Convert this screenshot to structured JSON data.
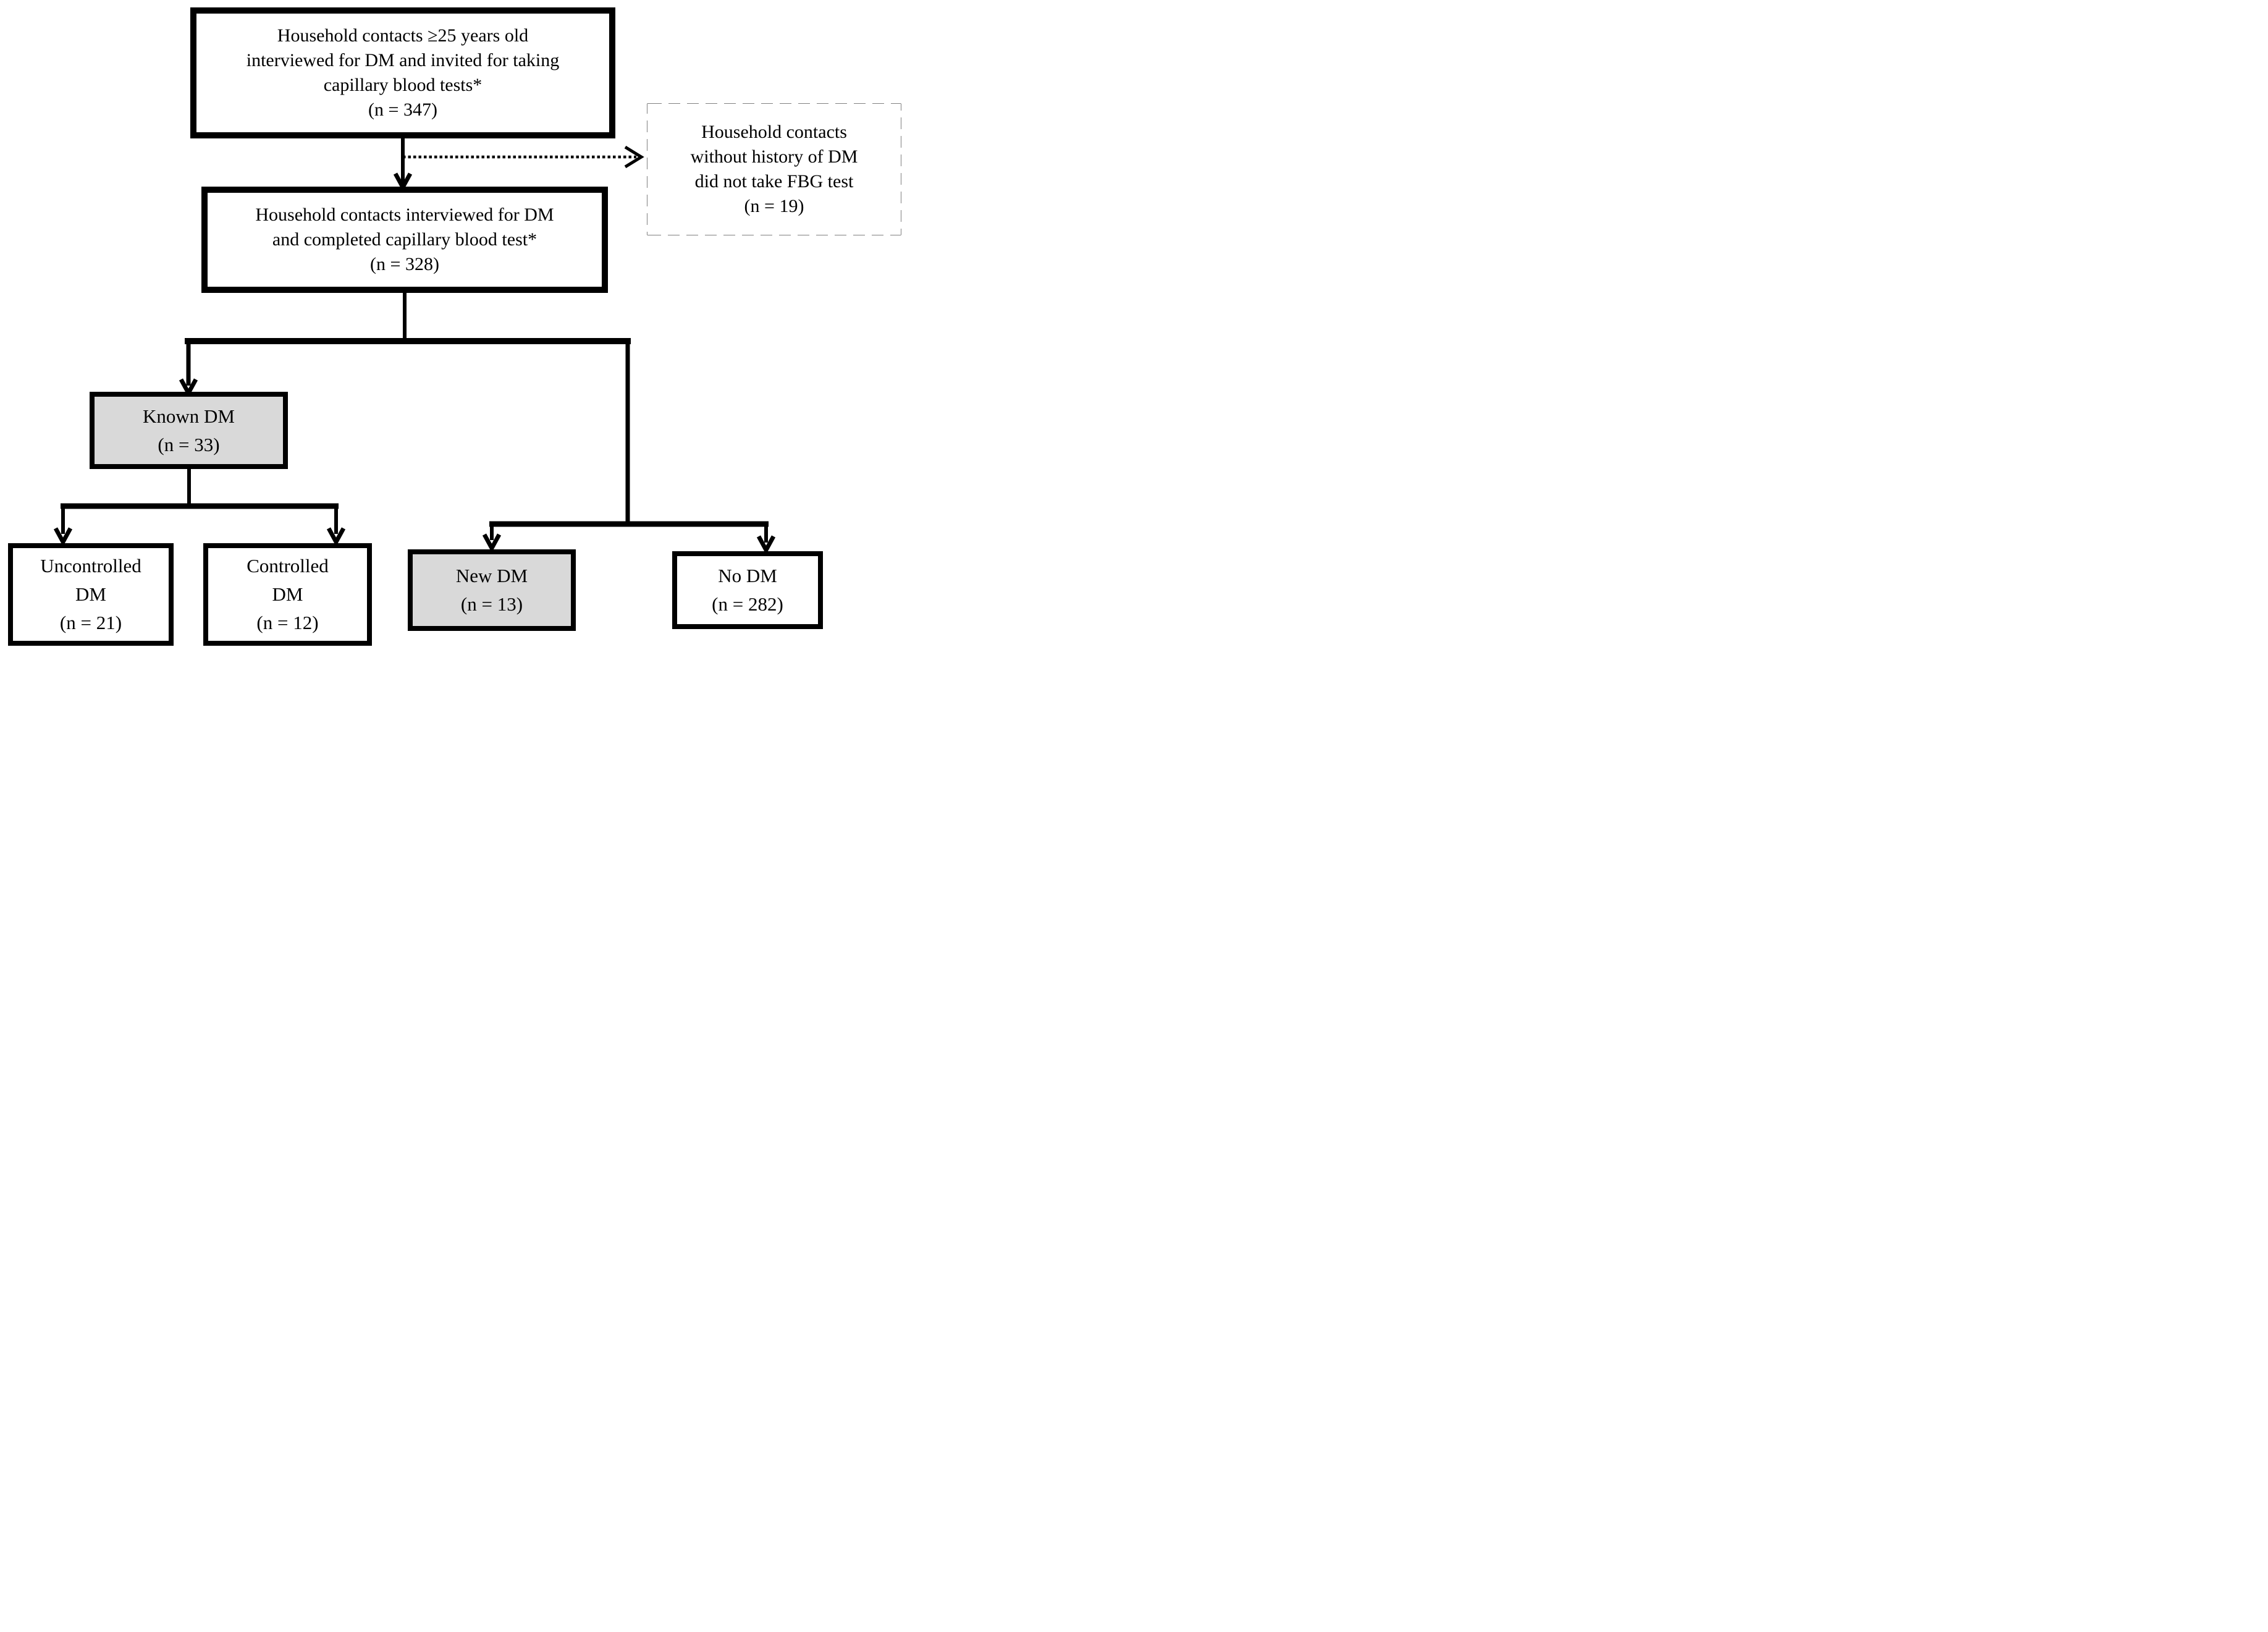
{
  "diagram": {
    "nodes": {
      "eligible": {
        "lines": [
          "Household contacts ≥25 years old",
          "interviewed for DM and invited for taking",
          "capillary blood tests*",
          "(n = 347)"
        ],
        "n": 347,
        "fill": "white",
        "border": "solid"
      },
      "excluded": {
        "lines": [
          "Household contacts",
          "without history of DM",
          "did not take FBG test",
          "(n = 19)"
        ],
        "n": 19,
        "fill": "white",
        "border": "dashed"
      },
      "completed": {
        "lines": [
          "Household contacts interviewed for DM",
          "and completed capillary blood test*",
          "(n = 328)"
        ],
        "n": 328,
        "fill": "white",
        "border": "solid"
      },
      "known_dm": {
        "lines": [
          "Known DM",
          "(n = 33)"
        ],
        "n": 33,
        "fill": "gray",
        "border": "solid"
      },
      "uncontrolled_dm": {
        "lines": [
          "Uncontrolled",
          "DM",
          "(n = 21)"
        ],
        "n": 21,
        "fill": "white",
        "border": "solid"
      },
      "controlled_dm": {
        "lines": [
          "Controlled",
          "DM",
          "(n = 12)"
        ],
        "n": 12,
        "fill": "white",
        "border": "solid"
      },
      "new_dm": {
        "lines": [
          "New DM",
          "(n = 13)"
        ],
        "n": 13,
        "fill": "gray",
        "border": "solid"
      },
      "no_dm": {
        "lines": [
          "No DM",
          "(n = 282)"
        ],
        "n": 282,
        "fill": "white",
        "border": "solid"
      }
    },
    "edges": [
      {
        "from": "eligible",
        "to": "completed",
        "style": "solid-arrow"
      },
      {
        "from": "eligible",
        "to": "excluded",
        "style": "dotted-arrow"
      },
      {
        "from": "completed",
        "to": "known_dm",
        "style": "solid-arrow"
      },
      {
        "from": "completed",
        "to": "new_dm",
        "style": "solid-arrow"
      },
      {
        "from": "completed",
        "to": "no_dm",
        "style": "solid-arrow"
      },
      {
        "from": "known_dm",
        "to": "uncontrolled_dm",
        "style": "solid-arrow"
      },
      {
        "from": "known_dm",
        "to": "controlled_dm",
        "style": "solid-arrow"
      }
    ],
    "colors": {
      "highlight_fill": "#d9d9d9",
      "stroke": "#000000",
      "background": "#ffffff"
    }
  }
}
